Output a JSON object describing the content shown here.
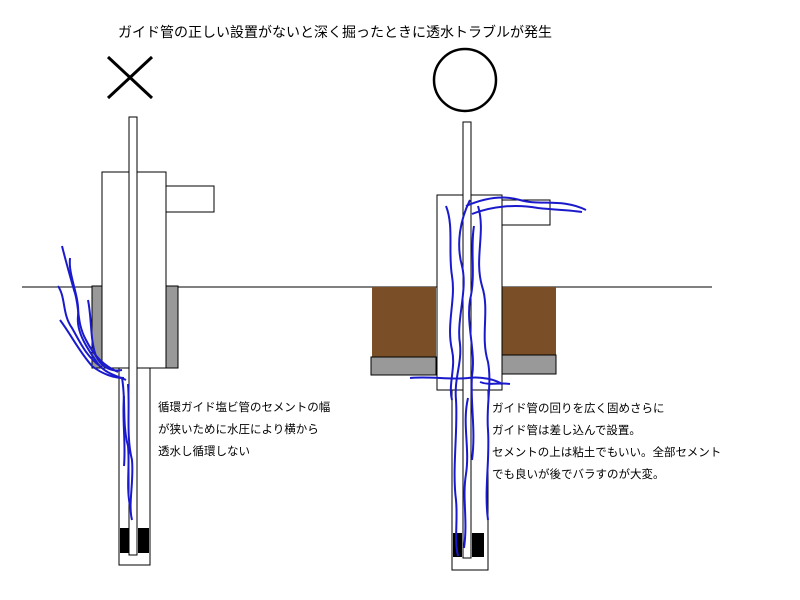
{
  "title": "ガイド管の正しい設置がないと深く掘ったときに透水トラブルが発生",
  "left": {
    "mark": "×",
    "note": [
      "循環ガイド塩ビ管のセメントの幅",
      "が狭いために水圧により横から",
      "透水し循環しない"
    ]
  },
  "right": {
    "mark": "○",
    "note": [
      "ガイド管の回りを広く固めさらに",
      "ガイド管は差し込んで設置。",
      "セメントの上は粘土でもいい。全部セメント",
      "でも良いが後でバラすのが大変。"
    ]
  },
  "colors": {
    "water": "#1a1acc",
    "cement": "#999999",
    "clay": "#7a4f27",
    "pipe_tip": "#000000"
  }
}
